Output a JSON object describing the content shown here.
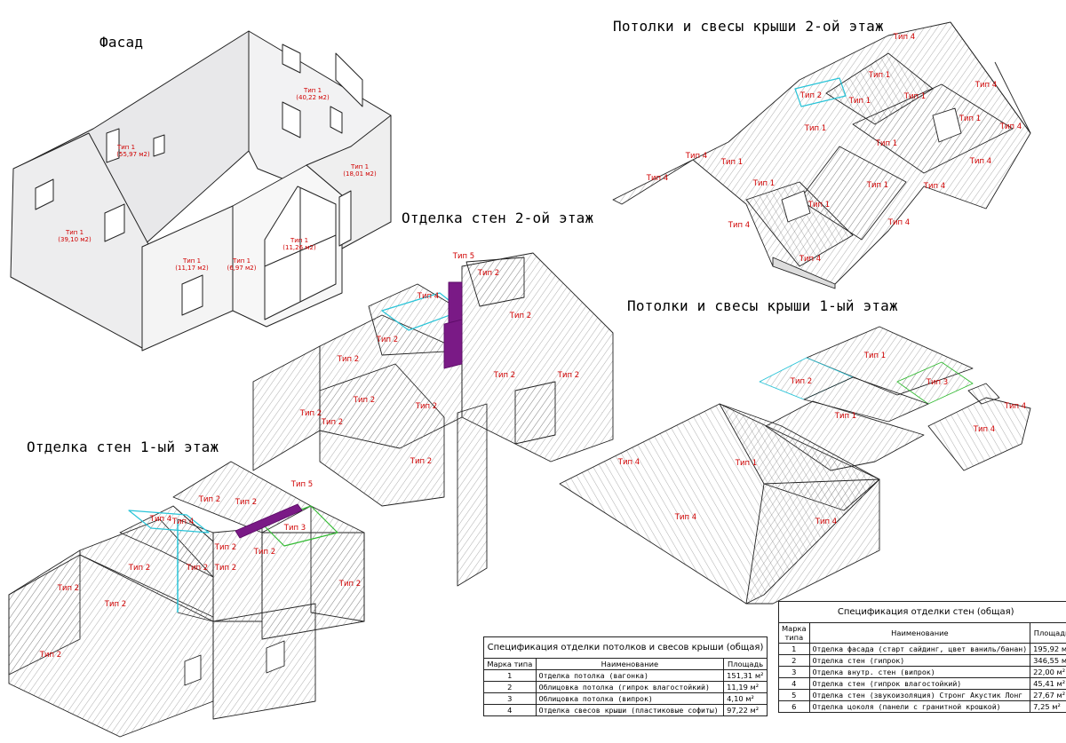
{
  "views": {
    "facade": {
      "title": "Фасад",
      "labels": [
        {
          "name": "Тип 1",
          "area": "(55,97 м2)"
        },
        {
          "name": "Тип 1",
          "area": "(40,22 м2)"
        },
        {
          "name": "Тип 1",
          "area": "(18,01 м2)"
        },
        {
          "name": "Тип 1",
          "area": "(39,10 м2)"
        },
        {
          "name": "Тип 1",
          "area": "(11,17 м2)"
        },
        {
          "name": "Тип 1",
          "area": "(6,97 м2)"
        },
        {
          "name": "Тип 1",
          "area": "(11,26 м2)"
        }
      ]
    },
    "walls2": {
      "title": "Отделка стен 2-ой этаж",
      "labels": [
        "Тип 5",
        "Тип 4",
        "Тип 2",
        "Тип 2",
        "Тип 2",
        "Тип 2",
        "Тип 2",
        "Тип 2",
        "Тип 2",
        "Тип 2",
        "Тип 2",
        "Тип 2",
        "Тип 2"
      ]
    },
    "ceil2": {
      "title": "Потолки и свесы крыши 2-ой этаж",
      "labels": [
        "Тип 4",
        "Тип 1",
        "Тип 2",
        "Тип 1",
        "Тип 1",
        "Тип 1",
        "Тип 1",
        "Тип 1",
        "Тип 1",
        "Тип 1",
        "Тип 1",
        "Тип 1",
        "Тип 4",
        "Тип 4",
        "Тип 4",
        "Тип 4",
        "Тип 4",
        "Тип 4",
        "Тип 4",
        "Тип 4",
        "Тип 4"
      ]
    },
    "ceil1": {
      "title": "Потолки и свесы крыши 1-ый этаж",
      "labels": [
        "Тип 1",
        "Тип 2",
        "Тип 3",
        "Тип 1",
        "Тип 4",
        "Тип 4",
        "Тип 1",
        "Тип 4",
        "Тип 4",
        "Тип 4"
      ]
    },
    "walls1": {
      "title": "Отделка стен 1-ый этаж",
      "labels": [
        "Тип 5",
        "Тип 2",
        "Тип 2",
        "Тип 4",
        "Тип 4",
        "Тип 3",
        "Тип 2",
        "Тип 2",
        "Тип 2",
        "Тип 2",
        "Тип 2",
        "Тип 2",
        "Тип 2",
        "Тип 2",
        "Тип 2"
      ]
    }
  },
  "spec_ceilings": {
    "caption": "Спецификация отделки потолков  и свесов крыши (общая)",
    "headers": [
      "Марка типа",
      "Наименование",
      "Площадь"
    ],
    "rows": [
      {
        "n": "1",
        "name": "Отделка потолка (вагонка)",
        "area": "151,31 м²"
      },
      {
        "n": "2",
        "name": "Облицовка потолка (гипрок влагостойкий)",
        "area": "11,19 м²"
      },
      {
        "n": "3",
        "name": "Облицовка потолка (випрок)",
        "area": "4,10 м²"
      },
      {
        "n": "4",
        "name": "Отделка свесов крыши (пластиковые софиты)",
        "area": "97,22 м²"
      }
    ]
  },
  "spec_walls": {
    "caption": "Спецификация отделки стен (общая)",
    "headers": [
      "Марка типа",
      "Наименование",
      "Площадь"
    ],
    "rows": [
      {
        "n": "1",
        "name": "Отделка фасада (старт сайдинг, цвет ваниль/банан)",
        "area": "195,92 м²"
      },
      {
        "n": "2",
        "name": "Отделка стен (гипрок)",
        "area": "346,55 м²"
      },
      {
        "n": "3",
        "name": "Отделка внутр. стен (випрок)",
        "area": "22,00 м²"
      },
      {
        "n": "4",
        "name": "Отделка стен (гипрок влагостойкий)",
        "area": "45,41 м²"
      },
      {
        "n": "5",
        "name": "Отделка стен (звукоизоляция) Стронг Акустик Лонг",
        "area": "27,67 м²"
      },
      {
        "n": "6",
        "name": "Отделка цоколя (панели с гранитной крошкой)",
        "area": "7,25 м²"
      }
    ]
  }
}
